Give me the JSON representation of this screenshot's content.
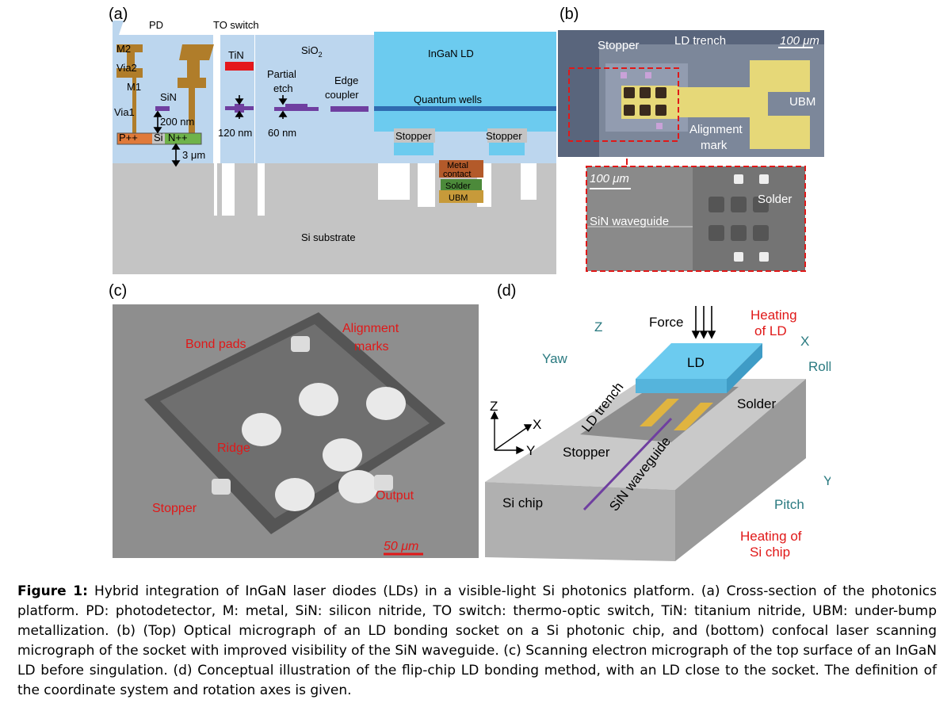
{
  "panels": {
    "a": {
      "label": "(a)",
      "texts": {
        "pd": "PD",
        "to_switch": "TO switch",
        "m2": "M2",
        "via2": "Via2",
        "m1": "M1",
        "via1": "Via1",
        "sin": "SiN",
        "d200": "200 nm",
        "p": "P++",
        "si": "Si",
        "n": "N++",
        "d3": "3 μm",
        "tin": "TiN",
        "d120": "120 nm",
        "d60": "60 nm",
        "sio2": "SiO",
        "sio2_sub": "2",
        "partial": "Partial",
        "etch": "etch",
        "edge": "Edge",
        "coupler": "coupler",
        "ingan": "InGaN LD",
        "qw": "Quantum wells",
        "stopper_l": "Stopper",
        "stopper_r": "Stopper",
        "metal": "Metal",
        "contact": "contact",
        "solder": "Solder",
        "ubm": "UBM",
        "substrate": "Si substrate"
      }
    },
    "b": {
      "label": "(b)",
      "texts": {
        "stopper": "Stopper",
        "trench": "LD trench",
        "scale_top": "100 μm",
        "ubm": "UBM",
        "align1": "Alignment",
        "align2": "mark",
        "scale_bot": "100 μm",
        "sin_wg": "SiN waveguide",
        "solder": "Solder"
      }
    },
    "c": {
      "label": "(c)",
      "texts": {
        "bond": "Bond pads",
        "align1": "Alignment",
        "align2": "marks",
        "ridge": "Ridge",
        "stopper": "Stopper",
        "output": "Output",
        "scale": "50 μm"
      }
    },
    "d": {
      "label": "(d)",
      "texts": {
        "force": "Force",
        "heat_ld1": "Heating",
        "heat_ld2": "of LD",
        "z_axis": "Z",
        "yaw": "Yaw",
        "ld": "LD",
        "x_axis": "X",
        "roll": "Roll",
        "solder": "Solder",
        "trench": "LD trench",
        "stopper": "Stopper",
        "z": "Z",
        "x": "X",
        "y": "Y",
        "sin_wg": "SiN waveguide",
        "y_axis": "Y",
        "pitch": "Pitch",
        "si_chip": "Si chip",
        "heat_si1": "Heating of",
        "heat_si2": "Si chip"
      }
    }
  },
  "caption": {
    "bold": "Figure 1:",
    "text": " Hybrid integration of InGaN laser diodes (LDs) in a visible-light Si photonics platform. (a) Cross-section of the photonics platform. PD: photodetector, M: metal, SiN: silicon nitride, TO switch: thermo-optic switch, TiN: titanium nitride, UBM: under-bump metallization. (b) (Top) Optical micrograph of an LD bonding socket on a Si photonic chip, and (bottom) confocal laser scanning micrograph of the socket with improved visibility of the SiN waveguide. (c) Scanning electron micrograph of the top surface of an InGaN LD before singulation. (d) Conceptual illustration of the flip-chip LD bonding method, with an LD close to the socket. The definition of the coordinate system and rotation axes is given."
  },
  "colors": {
    "oxide": "#bcd6ee",
    "substrate": "#c4c4c4",
    "metal": "#b07d2a",
    "sin": "#6f3fa0",
    "ld": "#6ccbef",
    "qw": "#2f6bb0",
    "tin": "#e4181c",
    "p_doped": "#e07a3a",
    "n_doped": "#6fb34a",
    "contact": "#b35a2a",
    "solder": "#4c8a3a",
    "ubm": "#c79a3a",
    "red_label": "#e01818",
    "teal": "#2a7a80"
  }
}
